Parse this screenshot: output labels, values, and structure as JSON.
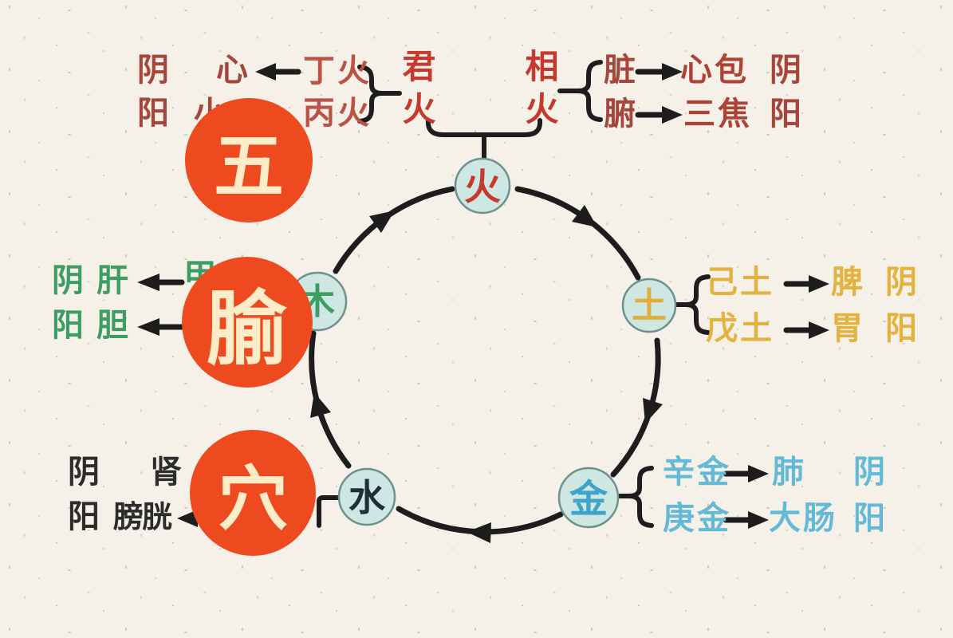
{
  "badges": {
    "top": "五",
    "middle": "腧",
    "bottom": "穴"
  },
  "nodes": {
    "fire": "火",
    "earth": "土",
    "metal": "金",
    "water": "水",
    "wood": "木"
  },
  "fire_group": {
    "yin_row": {
      "polarity": "阴",
      "organ": "心",
      "stem": "丁火"
    },
    "yang_row": {
      "polarity": "阳",
      "organ": "小",
      "stem": "丙火"
    },
    "sovereign_fire": "君火",
    "ministerial_fire": "相火",
    "zang_row": {
      "category": "脏",
      "organ": "心包",
      "polarity": "阴"
    },
    "fu_row": {
      "category": "腑",
      "organ": "三焦",
      "polarity": "阳"
    }
  },
  "wood_group": {
    "yin_row": {
      "polarity": "阴",
      "organ": "肝",
      "stem": "甲"
    },
    "yang_row": {
      "polarity": "阳",
      "organ": "胆"
    }
  },
  "earth_group": {
    "yin_row": {
      "stem": "己土",
      "organ": "脾",
      "polarity": "阴"
    },
    "yang_row": {
      "stem": "戊土",
      "organ": "胃",
      "polarity": "阳"
    }
  },
  "metal_group": {
    "yin_row": {
      "stem": "辛金",
      "organ": "肺",
      "polarity": "阴"
    },
    "yang_row": {
      "stem": "庚金",
      "organ": "大肠",
      "polarity": "阳"
    }
  },
  "water_group": {
    "yin_row": {
      "polarity": "阴",
      "organ": "肾"
    },
    "yang_row": {
      "polarity": "阳",
      "organ": "膀胱"
    }
  },
  "colors": {
    "background": "#f5f0e8",
    "badge_orange": "#ee4a20",
    "badge_text_cream": "#fcecc7",
    "fire_red": "#c5392e",
    "dark_red": "#a4463c",
    "wood_green": "#3d9e63",
    "earth_yellow": "#e4b23e",
    "metal_blue": "#63b9d6",
    "water_black": "#2c2c2c",
    "node_fill": "#cfe7e3",
    "line_black": "#1d1d1d"
  }
}
